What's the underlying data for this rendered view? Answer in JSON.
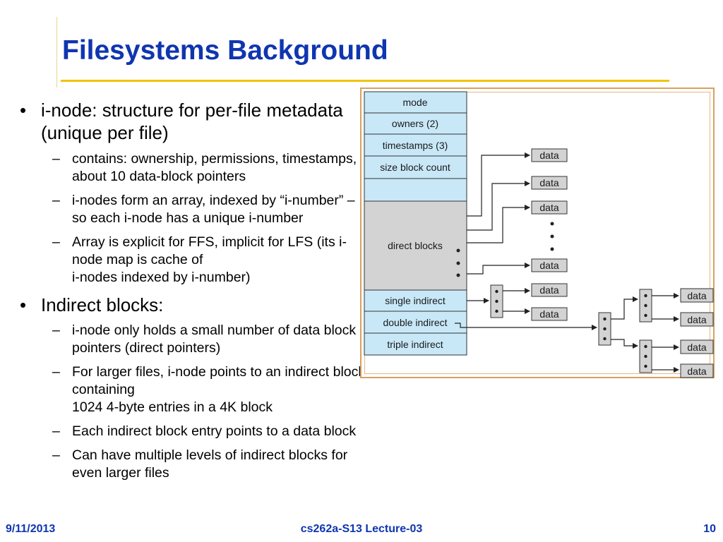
{
  "slide": {
    "title": "Filesystems Background",
    "bullets": [
      {
        "text": "i-node: structure for per-file metadata (unique per file)",
        "subs": [
          "contains: ownership, permissions, timestamps, about 10 data-block pointers",
          "i-nodes form an array, indexed by “i-number” – so each i-node has a unique i-number",
          "Array is explicit for FFS, implicit for LFS (its i-node map is cache of\n i-nodes indexed by i-number)"
        ]
      },
      {
        "text": "Indirect blocks:",
        "subs": [
          "i-node only holds a small number of data block pointers (direct pointers)",
          "For larger files, i-node points to an indirect block containing\n1024 4-byte entries in a 4K block",
          "Each indirect block entry points to a data block",
          "Can have multiple levels of indirect blocks for even larger files"
        ]
      }
    ],
    "bullet_glyph": "•",
    "dash_glyph": "–"
  },
  "diagram": {
    "inode_fields": {
      "mode": "mode",
      "owners": "owners (2)",
      "timestamps": "timestamps (3)",
      "size": "size block count",
      "direct": "direct blocks",
      "single": "single indirect",
      "double": "double indirect",
      "triple": "triple indirect"
    },
    "data_label": "data",
    "colors": {
      "inode_cell": "#c8e8f8",
      "direct_cell": "#d3d3d3",
      "indirect_box": "#d3d3d3",
      "frame": "#d8a060"
    }
  },
  "footer": {
    "date": "9/11/2013",
    "course": "cs262a-S13 Lecture-03",
    "page": "10"
  }
}
